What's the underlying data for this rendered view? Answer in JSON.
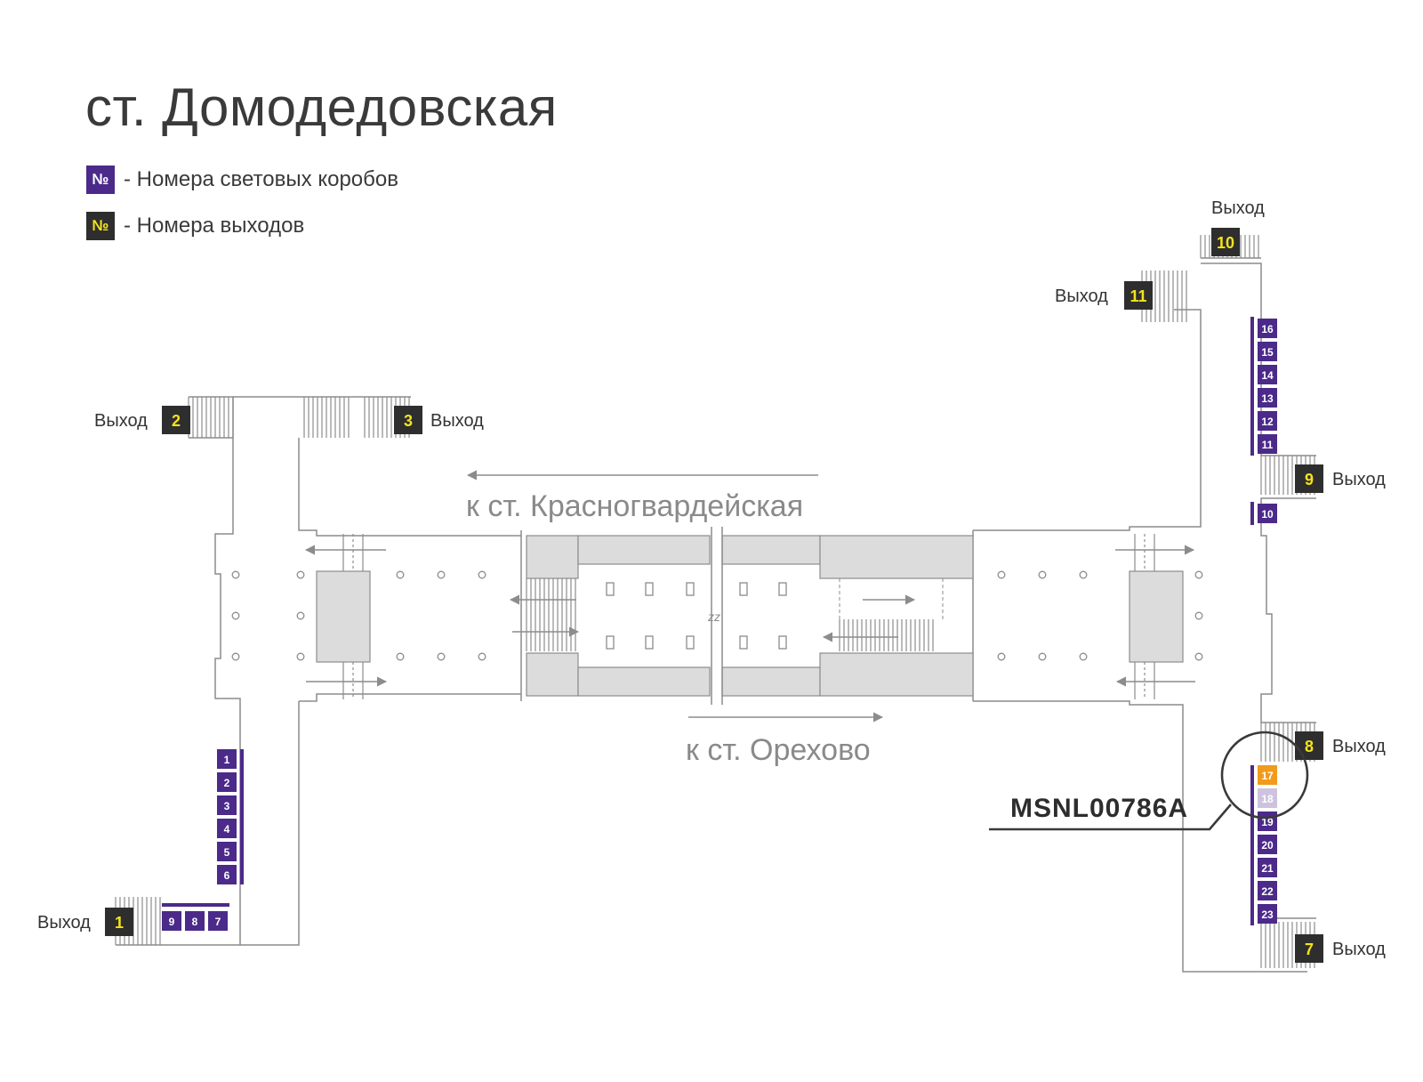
{
  "title": "ст. Домодедовская",
  "legend": [
    {
      "badge": "№",
      "text": "- Номера световых коробов",
      "bg": "#4b2a8a",
      "fg": "#ffffff"
    },
    {
      "badge": "№",
      "text": "- Номера выходов",
      "bg": "#2e2e2e",
      "fg": "#f4e31c"
    }
  ],
  "colors": {
    "lightbox": "#4b2a8a",
    "exit_bg": "#2e2e2e",
    "exit_fg": "#f4e31c",
    "highlight": "#f29a1a",
    "faded": "#cdc3df",
    "platform": "#dcdcdc",
    "walls": "#8c8c8c"
  },
  "exit_label": "Выход",
  "exits": [
    "1",
    "2",
    "3",
    "7",
    "8",
    "9",
    "10",
    "11"
  ],
  "lightboxes": [
    "1",
    "2",
    "3",
    "4",
    "5",
    "6",
    "7",
    "8",
    "9",
    "10",
    "11",
    "12",
    "13",
    "14",
    "15",
    "16",
    "17",
    "18",
    "19",
    "20",
    "21",
    "22",
    "23"
  ],
  "highlighted_box": "17",
  "faded_box": "18",
  "directions": {
    "north": "к ст. Красногвардейская",
    "south": "к ст. Орехово"
  },
  "code_label": "MSNL00786A",
  "break_mark": "zz"
}
